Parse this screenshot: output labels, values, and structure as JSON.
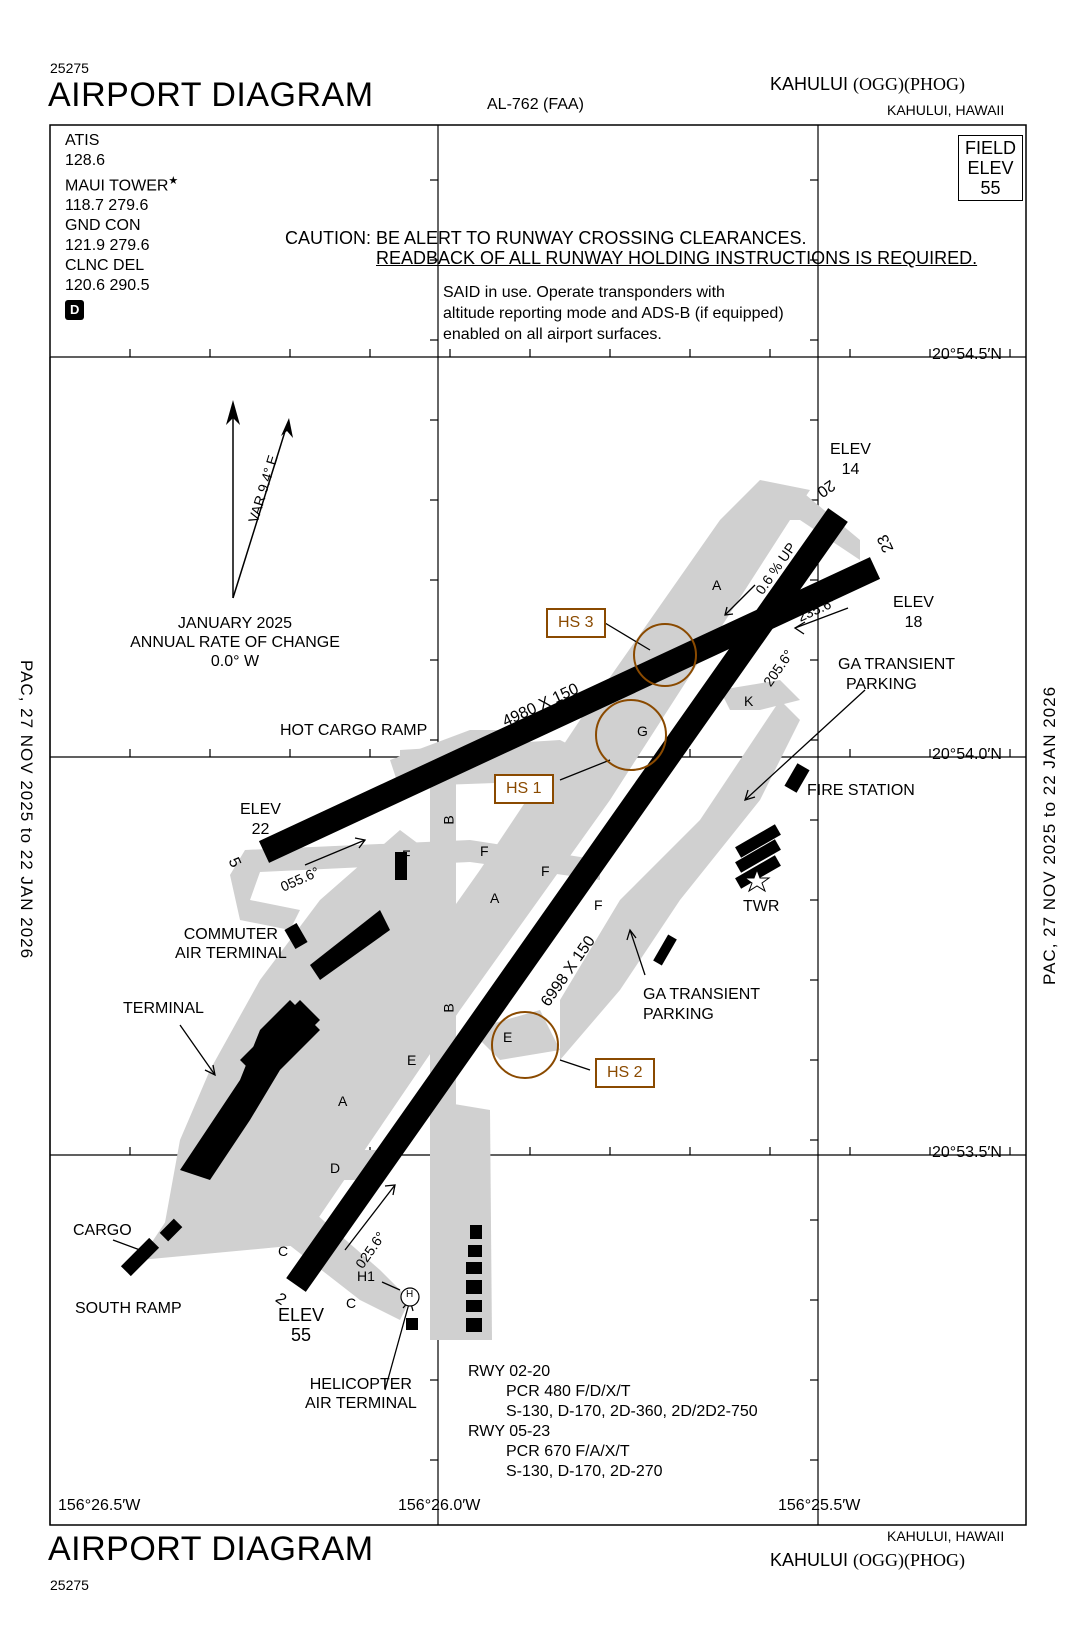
{
  "header": {
    "chart_number_top": "25275",
    "title_top": "AIRPORT DIAGRAM",
    "procedure_id": "AL-762 (FAA)",
    "airport_name_top": "KAHULUI",
    "airport_ids_top": "(OGG)(PHOG)",
    "location_top": "KAHULUI, HAWAII"
  },
  "footer": {
    "chart_number_bottom": "25275",
    "title_bottom": "AIRPORT DIAGRAM",
    "location_bottom": "KAHULUI, HAWAII",
    "airport_name_bottom": "KAHULUI",
    "airport_ids_bottom": "(OGG)(PHOG)"
  },
  "side_labels": {
    "left": "PAC, 27 NOV 2025 to 22 JAN 2026",
    "right": "PAC, 27 NOV 2025 to 22 JAN 2026"
  },
  "comms": {
    "atis_label": "ATIS",
    "atis_freq": "128.6",
    "tower_label": "MAUI TOWER",
    "tower_star": "★",
    "tower_freq": "118.7  279.6",
    "gnd_label": "GND CON",
    "gnd_freq": "121.9  279.6",
    "clnc_label": "CLNC DEL",
    "clnc_freq": "120.6  290.5",
    "d_symbol": "D"
  },
  "field_elev": {
    "line1": "FIELD",
    "line2": "ELEV",
    "value": "55"
  },
  "caution": {
    "line1": "CAUTION: BE ALERT TO RUNWAY CROSSING CLEARANCES.",
    "line2": "READBACK OF ALL RUNWAY HOLDING INSTRUCTIONS IS REQUIRED."
  },
  "said_note": {
    "line1": "SAID in use. Operate transponders with",
    "line2": "altitude reporting mode and ADS-B (if equipped)",
    "line3": "enabled on all airport surfaces."
  },
  "latitudes": [
    "20°54.5′N",
    "20°54.0′N",
    "20°53.5′N"
  ],
  "longitudes": [
    "156°26.5′W",
    "156°26.0′W",
    "156°25.5′W"
  ],
  "variation": {
    "var_text": "VAR 9.4° E",
    "line1": "JANUARY 2025",
    "line2": "ANNUAL RATE OF CHANGE",
    "line3": "0.0° W"
  },
  "runways": {
    "rwy_02_20": {
      "dims": "6998 X 150",
      "end_02": "2",
      "end_20": "20",
      "hdg_02": "025.6°",
      "hdg_20": "205.6°",
      "slope": "0.6 % UP"
    },
    "rwy_05_23": {
      "dims": "4980 X 150",
      "end_05": "5",
      "end_23": "23",
      "hdg_05": "055.6°",
      "hdg_23": "235.6°"
    }
  },
  "elevations": {
    "elev_label": "ELEV",
    "rwy20": "14",
    "rwy23": "18",
    "rwy05": "22",
    "rwy02": "55"
  },
  "hot_spots": [
    "HS 3",
    "HS 1",
    "HS 2"
  ],
  "taxiways": [
    "A",
    "B",
    "C",
    "D",
    "E",
    "F",
    "G",
    "H1",
    "K"
  ],
  "labels": {
    "hot_cargo_ramp": "HOT CARGO RAMP",
    "ga_transient_1_l1": "GA TRANSIENT",
    "ga_transient_1_l2": "PARKING",
    "fire_station": "FIRE STATION",
    "twr": "TWR",
    "commuter_l1": "COMMUTER",
    "commuter_l2": "AIR TERMINAL",
    "terminal": "TERMINAL",
    "ga_transient_2_l1": "GA TRANSIENT",
    "ga_transient_2_l2": "PARKING",
    "cargo": "CARGO",
    "south_ramp": "SOUTH RAMP",
    "heli_l1": "HELICOPTER",
    "heli_l2": "AIR TERMINAL",
    "heliport_symbol": "H"
  },
  "pcr": {
    "rwy1": "RWY 02-20",
    "rwy1_pcr": "PCR 480 F/D/X/T",
    "rwy1_gear": "S-130, D-170, 2D-360, 2D/2D2-750",
    "rwy2": "RWY 05-23",
    "rwy2_pcr": "PCR 670 F/A/X/T",
    "rwy2_gear": "S-130, D-170, 2D-270"
  }
}
